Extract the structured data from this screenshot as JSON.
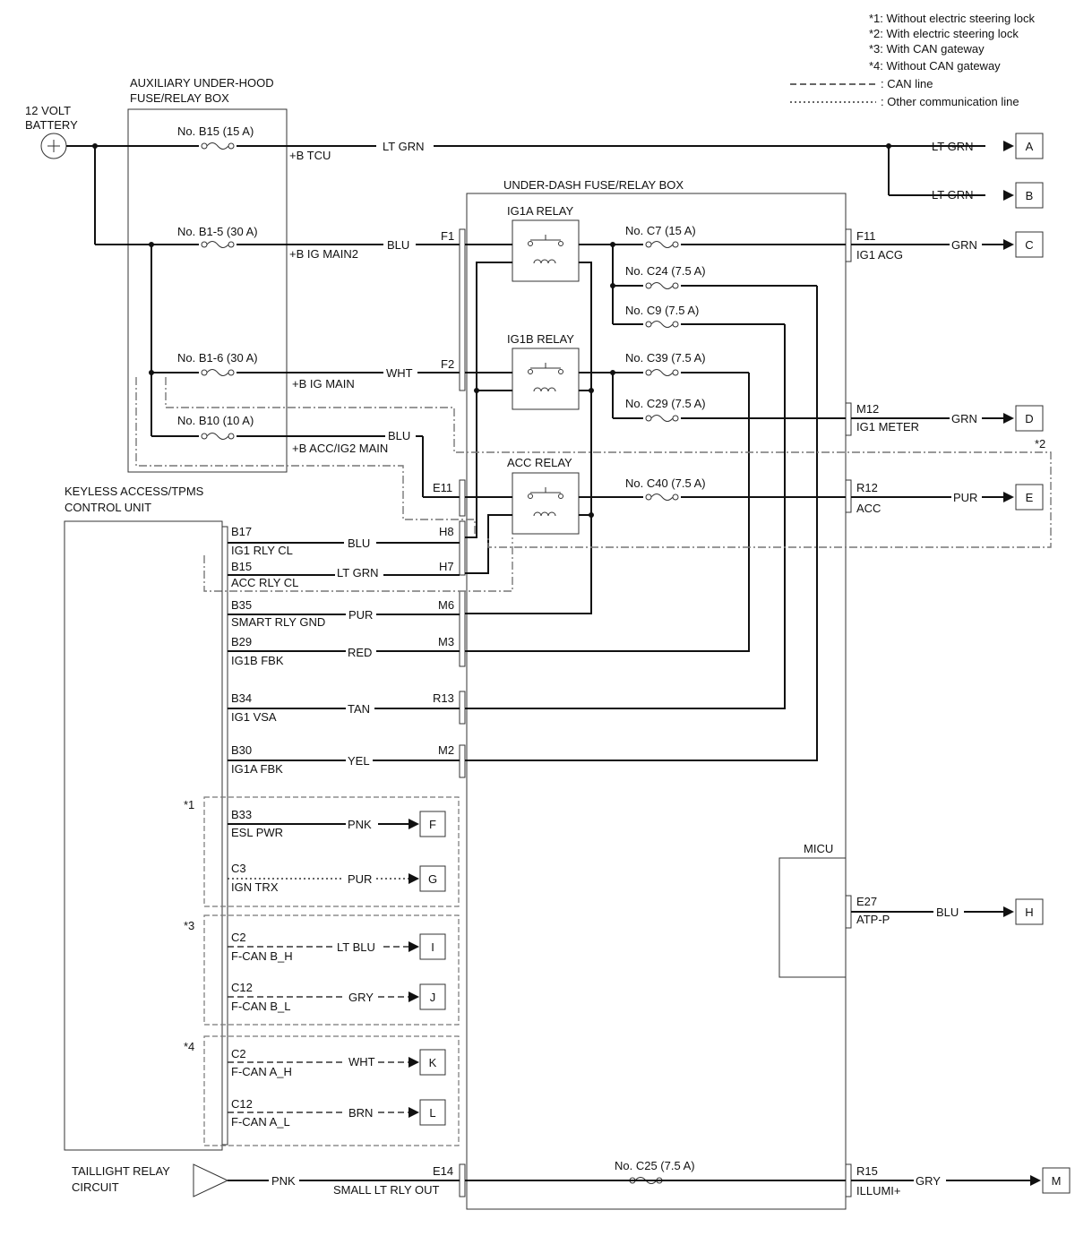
{
  "notes": [
    "*1: Without electric steering lock",
    "*2: With electric steering lock",
    "*3: With CAN gateway",
    "*4: Without CAN gateway"
  ],
  "legend": {
    "can_line": ": CAN line",
    "other_line": ": Other communication line"
  },
  "battery": {
    "line1": "12 VOLT",
    "line2": "BATTERY"
  },
  "aux_box": {
    "line1": "AUXILIARY UNDER-HOOD",
    "line2": "FUSE/RELAY BOX"
  },
  "underdash_box": {
    "title": "UNDER-DASH FUSE/RELAY BOX"
  },
  "keyless": {
    "line1": "KEYLESS ACCESS/TPMS",
    "line2": "CONTROL UNIT"
  },
  "taillight": {
    "line1": "TAILLIGHT RELAY",
    "line2": "CIRCUIT"
  },
  "micu": {
    "title": "MICU"
  },
  "aux_fuses": [
    {
      "label": "No. B15 (15 A)",
      "circuit": "+B TCU",
      "wire": "LT GRN"
    },
    {
      "label": "No. B1-5 (30 A)",
      "circuit": "+B IG MAIN2",
      "wire": "BLU"
    },
    {
      "label": "No. B1-6 (30 A)",
      "circuit": "+B IG MAIN",
      "wire": "WHT"
    },
    {
      "label": "No. B10 (10 A)",
      "circuit": "+B ACC/IG2 MAIN",
      "wire": "BLU"
    }
  ],
  "relays": {
    "ig1a": "IG1A RELAY",
    "ig1b": "IG1B RELAY",
    "acc": "ACC RELAY"
  },
  "ud_fuses": {
    "c7": "No. C7 (15 A)",
    "c24": "No. C24 (7.5 A)",
    "c9": "No. C9 (7.5 A)",
    "c39": "No. C39 (7.5 A)",
    "c29": "No. C29 (7.5 A)",
    "c40": "No. C40 (7.5 A)",
    "c25": "No. C25 (7.5 A)"
  },
  "ud_in_pins": {
    "f1": "F1",
    "f2": "F2",
    "e11": "E11",
    "e14": "E14"
  },
  "ud_out": [
    {
      "pin": "F11",
      "circuit": "IG1 ACG",
      "wire": "GRN",
      "conn": "C"
    },
    {
      "pin": "M12",
      "circuit": "IG1 METER",
      "wire": "GRN",
      "conn": "D"
    },
    {
      "pin": "R12",
      "circuit": "ACC",
      "wire": "PUR",
      "conn": "E"
    },
    {
      "pin": "E27",
      "circuit": "ATP-P",
      "wire": "BLU",
      "conn": "H"
    },
    {
      "pin": "R15",
      "circuit": "ILLUMI+",
      "wire": "GRY",
      "conn": "M"
    }
  ],
  "top_out": [
    {
      "wire": "LT GRN",
      "conn": "A"
    },
    {
      "wire": "LT GRN",
      "conn": "B"
    }
  ],
  "ku_pins": [
    {
      "pin": "B17",
      "name": "IG1 RLY CL",
      "wire": "BLU",
      "ud": "H8"
    },
    {
      "pin": "B15",
      "name": "ACC RLY CL",
      "wire": "LT GRN",
      "ud": "H7"
    },
    {
      "pin": "B35",
      "name": "SMART RLY GND",
      "wire": "PUR",
      "ud": "M6"
    },
    {
      "pin": "B29",
      "name": "IG1B FBK",
      "wire": "RED",
      "ud": "M3"
    },
    {
      "pin": "B34",
      "name": "IG1 VSA",
      "wire": "TAN",
      "ud": "R13"
    },
    {
      "pin": "B30",
      "name": "IG1A FBK",
      "wire": "YEL",
      "ud": "M2"
    }
  ],
  "ku_ext": [
    {
      "pin": "B33",
      "name": "ESL PWR",
      "wire": "PNK",
      "conn": "F"
    },
    {
      "pin": "C3",
      "name": "IGN TRX",
      "wire": "PUR",
      "conn": "G"
    },
    {
      "pin": "C2",
      "name": "F-CAN B_H",
      "wire": "LT BLU",
      "conn": "I"
    },
    {
      "pin": "C12",
      "name": "F-CAN B_L",
      "wire": "GRY",
      "conn": "J"
    },
    {
      "pin": "C2",
      "name": "F-CAN A_H",
      "wire": "WHT",
      "conn": "K"
    },
    {
      "pin": "C12",
      "name": "F-CAN A_L",
      "wire": "BRN",
      "conn": "L"
    }
  ],
  "group_marks": [
    "*1",
    "*2",
    "*3",
    "*4"
  ],
  "taillight_wire": "PNK",
  "taillight_circuit": "SMALL LT RLY OUT"
}
